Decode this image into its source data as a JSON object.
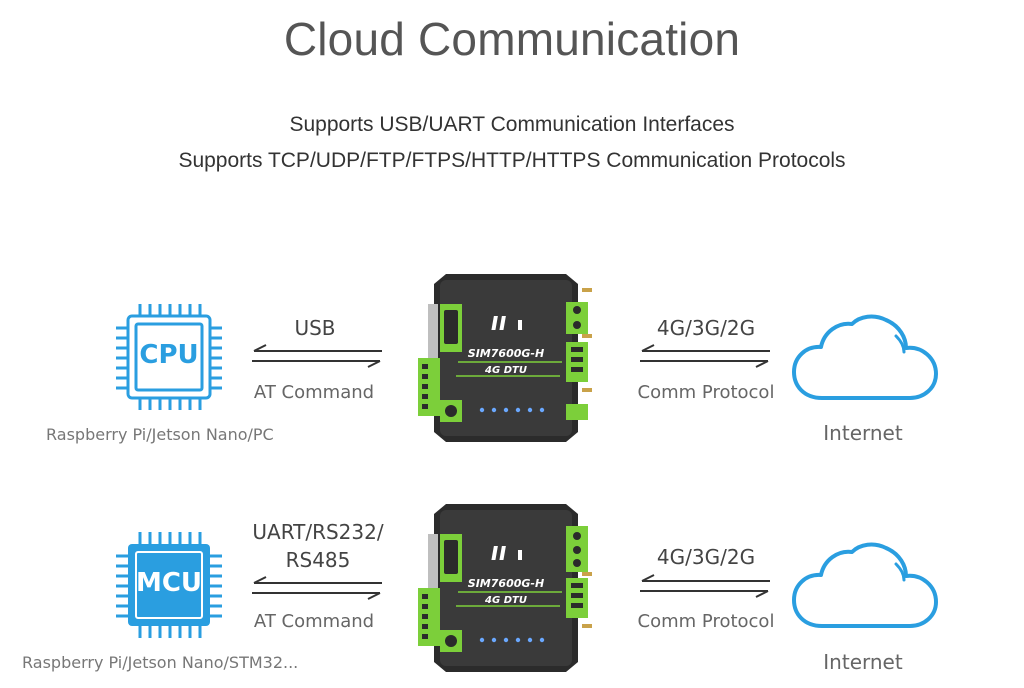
{
  "title": "Cloud Communication",
  "subtitles": [
    "Supports USB/UART Communication Interfaces",
    "Supports TCP/UDP/FTP/FTPS/HTTP/HTTPS Communication Protocols"
  ],
  "rows": [
    {
      "chip": {
        "label": "CPU",
        "style": "outline",
        "caption": "Raspberry Pi/Jetson Nano/PC"
      },
      "left_link": {
        "top": "USB",
        "top2": "",
        "bottom": "AT Command"
      },
      "device": {
        "model": "SIM7600G-H",
        "type": "4G DTU"
      },
      "right_link": {
        "top": "4G/3G/2G",
        "bottom": "Comm Protocol"
      },
      "cloud": {
        "label": "Internet"
      }
    },
    {
      "chip": {
        "label": "MCU",
        "style": "filled",
        "caption": "Raspberry Pi/Jetson Nano/STM32..."
      },
      "left_link": {
        "top": "UART/RS232/",
        "top2": "RS485",
        "bottom": "AT Command"
      },
      "device": {
        "model": "SIM7600G-H",
        "type": "4G DTU"
      },
      "right_link": {
        "top": "4G/3G/2G",
        "bottom": "Comm Protocol"
      },
      "cloud": {
        "label": "Internet"
      }
    }
  ],
  "colors": {
    "accent_blue": "#2a9ee0",
    "device_body": "#2b2b2b",
    "terminal_green": "#7ccf3a"
  }
}
